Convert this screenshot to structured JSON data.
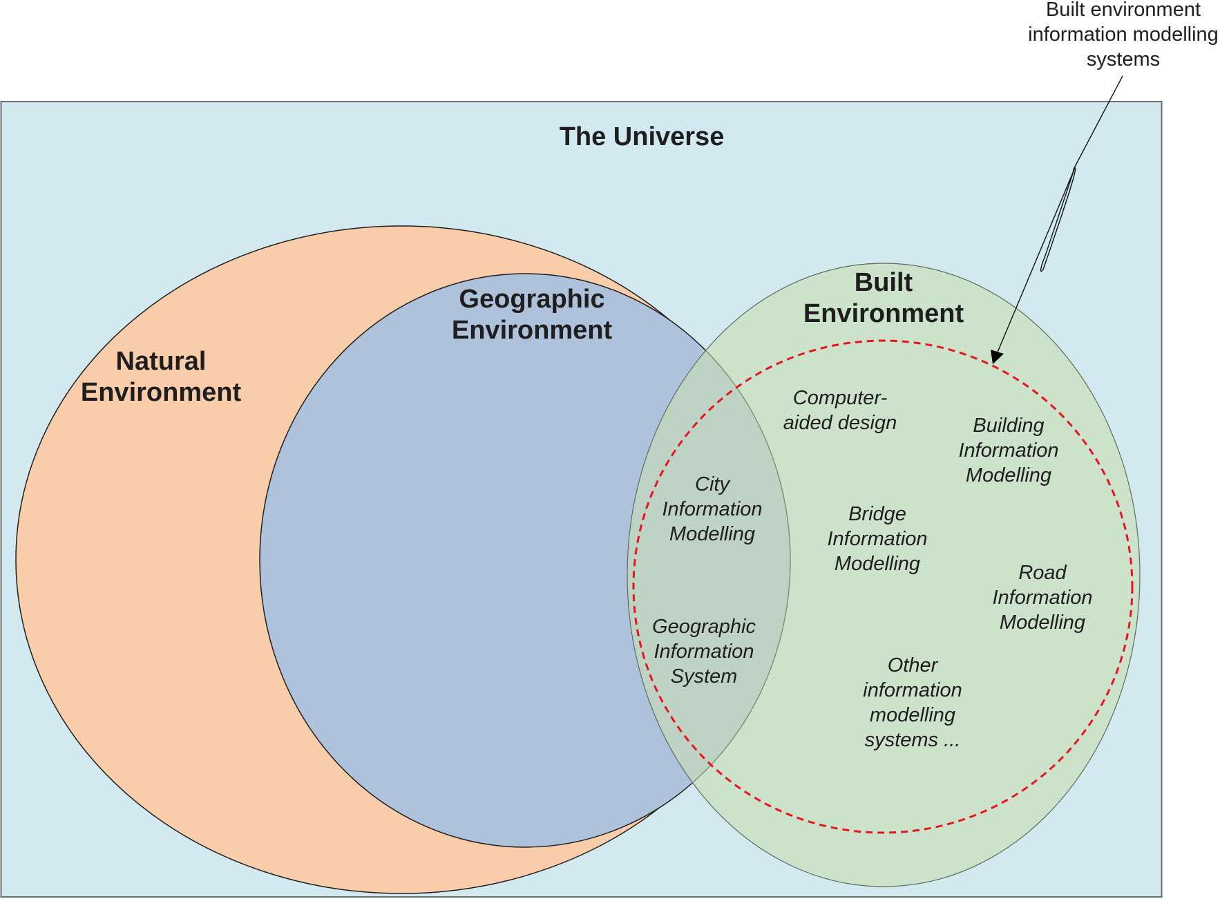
{
  "diagram": {
    "type": "venn",
    "title": "The Universe",
    "sets": [
      {
        "id": "natural",
        "label_lines": [
          "Natural",
          "Environment"
        ],
        "color": "#f9cda9"
      },
      {
        "id": "geographic",
        "label_lines": [
          "Geographic",
          "Environment"
        ],
        "color": "#aec2dc"
      },
      {
        "id": "built",
        "label_lines": [
          "Built",
          "Environment"
        ],
        "color": "#c8ddb2"
      }
    ],
    "subset": {
      "id": "built-env-info-modelling",
      "style": "dashed",
      "color": "#e8141e",
      "callout_lines": [
        "Built environment",
        "information modelling",
        "systems"
      ]
    },
    "items": [
      {
        "id": "cad",
        "lines": [
          "Computer-",
          "aided design"
        ],
        "region": "built"
      },
      {
        "id": "bim",
        "lines": [
          "Building",
          "Information",
          "Modelling"
        ],
        "region": "built"
      },
      {
        "id": "cim",
        "lines": [
          "City",
          "Information",
          "Modelling"
        ],
        "region": "geographic-and-built"
      },
      {
        "id": "brim",
        "lines": [
          "Bridge",
          "Information",
          "Modelling"
        ],
        "region": "built"
      },
      {
        "id": "rim",
        "lines": [
          "Road",
          "Information",
          "Modelling"
        ],
        "region": "built"
      },
      {
        "id": "gis",
        "lines": [
          "Geographic",
          "Information",
          "System"
        ],
        "region": "geographic-and-built"
      },
      {
        "id": "other",
        "lines": [
          "Other",
          "information",
          "modelling",
          "systems ..."
        ],
        "region": "built"
      }
    ],
    "colors": {
      "universe": "#d2e9ef",
      "outline": "#1e1e1e",
      "universe_border": "#6b6f72"
    }
  }
}
